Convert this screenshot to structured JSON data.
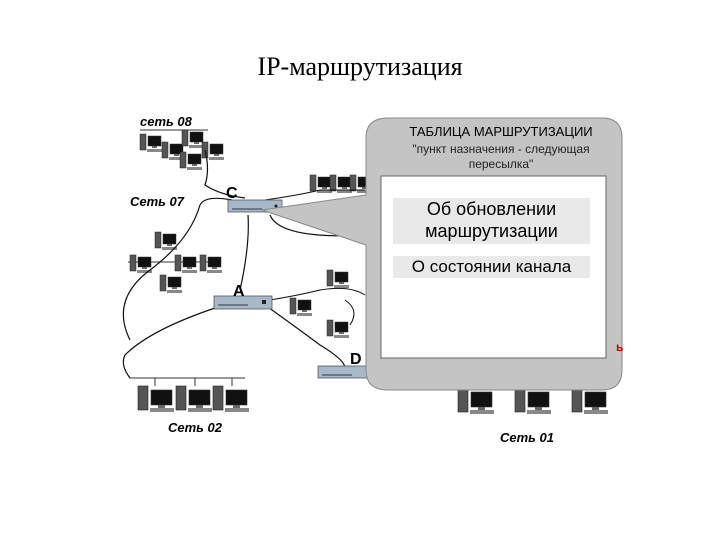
{
  "title": "IP-маршрутизация",
  "network_labels": {
    "net08": "сеть 08",
    "net07": "Сеть 07",
    "net02": "Сеть 02",
    "net01": "Сеть 01"
  },
  "router_labels": {
    "c": "C",
    "a": "A",
    "d": "D"
  },
  "callout": {
    "title": "ТАБЛИЦА МАРШРУТИЗАЦИИ",
    "subtitle_line1": "\"пункт назначения - следующая",
    "subtitle_line2": "пересылка\"",
    "update_line1": "Об обновлении",
    "update_line2": "маршрутизации",
    "state_text": "О состоянии канала"
  },
  "partial_label": "ь",
  "colors": {
    "callout_fill": "#c4c4c4",
    "inner_fill": "#ffffff",
    "box_fill": "#e9e9e9",
    "router_fill": "#a9b8c6",
    "red_link": "#cc0000"
  }
}
